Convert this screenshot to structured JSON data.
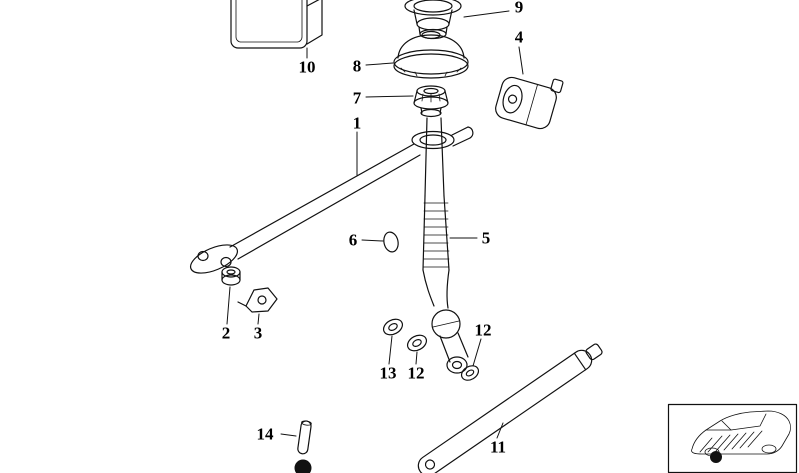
{
  "diagram": {
    "background": "#ffffff",
    "line_color": "#111111",
    "part_labels": {
      "l1": "1",
      "l2": "2",
      "l3": "3",
      "l4": "4",
      "l5": "5",
      "l6": "6",
      "l7": "7",
      "l8": "8",
      "l9": "9",
      "l10": "10",
      "l11": "11",
      "l12a": "12",
      "l12b": "12",
      "l13": "13",
      "l14": "14"
    }
  }
}
